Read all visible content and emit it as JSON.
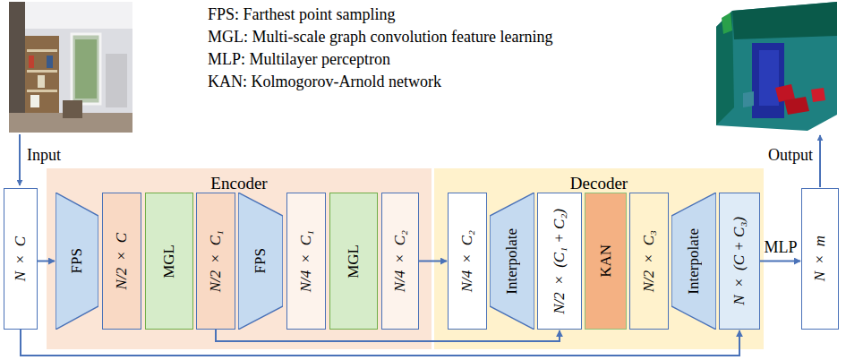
{
  "diagram": {
    "nodes": [
      {
        "text": [
          "N × C"
        ]
      },
      {
        "text": [
          "Encoder"
        ]
      },
      {
        "text": [
          "FPS"
        ],
        "in": 1
      },
      {
        "text": [
          "N/2 × C"
        ],
        "in": 1
      },
      {
        "text": [
          "MGL"
        ],
        "in": 1
      },
      {
        "text": [
          "N/2 × C₁"
        ],
        "in": 1
      },
      {
        "text": [
          "FPS"
        ],
        "in": 1
      },
      {
        "text": [
          "N/4 × C₁"
        ],
        "in": 1
      },
      {
        "text": [
          "MGL"
        ],
        "in": 1
      },
      {
        "text": [
          "N/4 × C₂"
        ],
        "in": 1
      },
      {
        "text": [
          "Decoder"
        ]
      },
      {
        "text": [
          "N/4 × C₂"
        ],
        "in": 10
      },
      {
        "text": [
          "Interpolate"
        ],
        "in": 10
      },
      {
        "text": [
          "N/2 × (C₁ + C₂)"
        ],
        "in": 10
      },
      {
        "text": [
          "KAN"
        ],
        "in": 10
      },
      {
        "text": [
          "N/2 × C₃"
        ],
        "in": 10
      },
      {
        "text": [
          "Interpolate"
        ],
        "in": 10
      },
      {
        "text": [
          "N × (C + C₃)"
        ],
        "in": 10
      },
      {
        "text": [
          "N × m"
        ]
      }
    ],
    "edges": [
      {
        "from": 0,
        "to": 2,
        "arrow": "to"
      },
      {
        "from": 9,
        "to": 11,
        "arrow": "to"
      },
      {
        "from": 17,
        "to": 18,
        "label": "MLP",
        "arrow": "to"
      },
      {
        "from": 5,
        "to": 13,
        "arrow": "to"
      },
      {
        "from": 0,
        "to": 17,
        "arrow": "to"
      }
    ],
    "labels": [
      "FPS: Farthest point sampling",
      "MGL: Multi-scale graph convolution feature learning",
      "MLP: Multilayer perceptron",
      "KAN: Kolmogorov-Arnold network",
      "Input",
      "Output"
    ]
  }
}
